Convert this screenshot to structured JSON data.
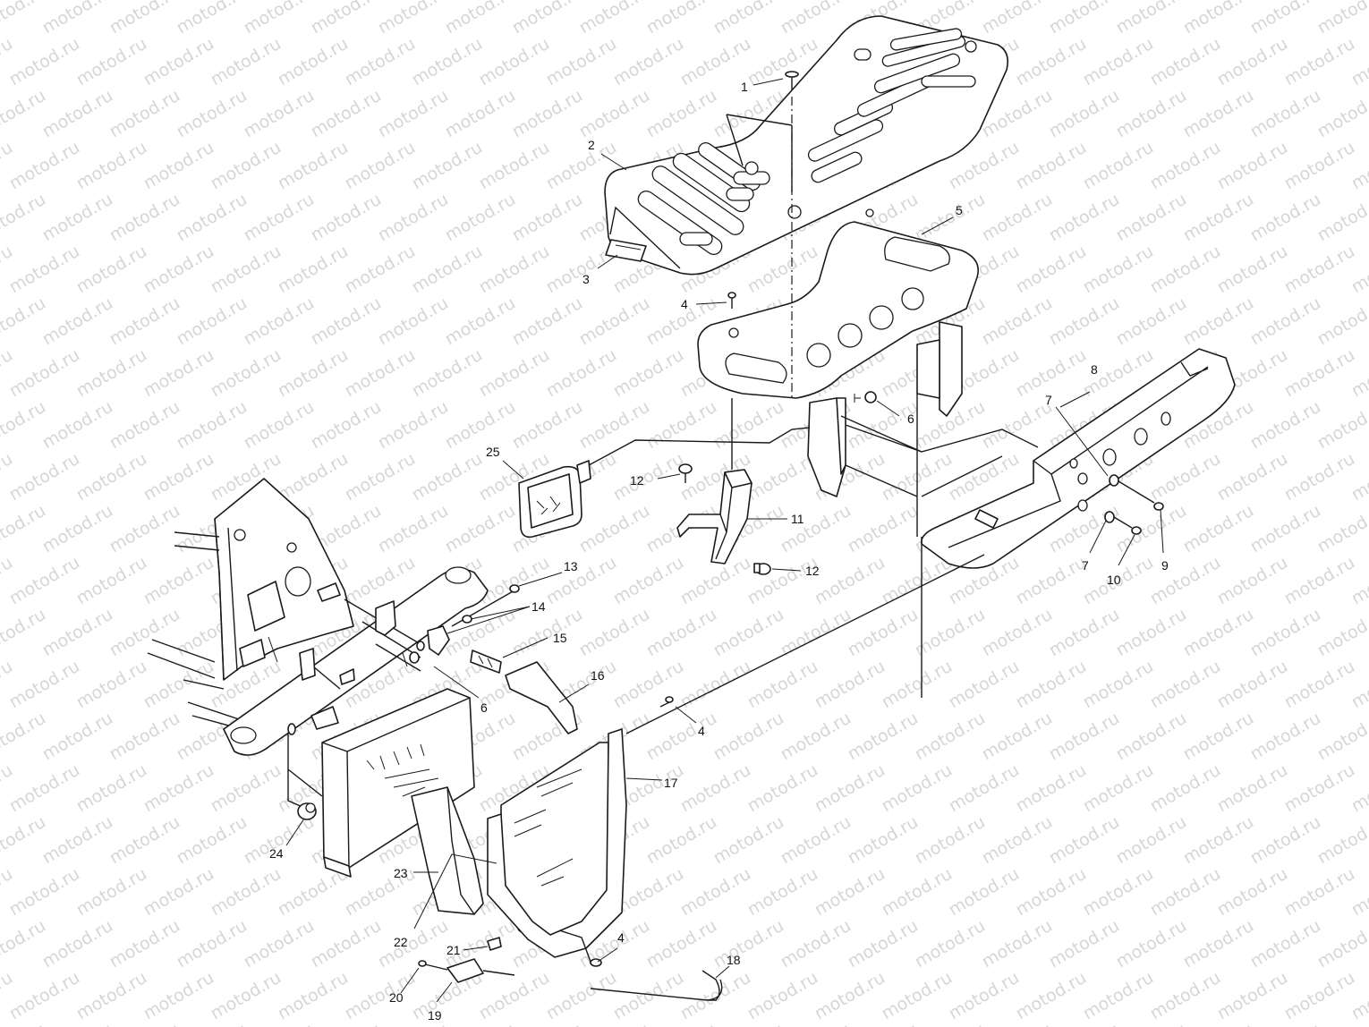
{
  "watermark": {
    "text": "motod.ru",
    "color": "#d6d6d6"
  },
  "callouts": [
    {
      "id": "c1",
      "label": "1"
    },
    {
      "id": "c2",
      "label": "2"
    },
    {
      "id": "c3",
      "label": "3"
    },
    {
      "id": "c4a",
      "label": "4"
    },
    {
      "id": "c5",
      "label": "5"
    },
    {
      "id": "c6a",
      "label": "6"
    },
    {
      "id": "c7a",
      "label": "7"
    },
    {
      "id": "c8",
      "label": "8"
    },
    {
      "id": "c25",
      "label": "25"
    },
    {
      "id": "c12a",
      "label": "12"
    },
    {
      "id": "c11",
      "label": "11"
    },
    {
      "id": "c7b",
      "label": "7"
    },
    {
      "id": "c9",
      "label": "9"
    },
    {
      "id": "c10",
      "label": "10"
    },
    {
      "id": "c12b",
      "label": "12"
    },
    {
      "id": "c13",
      "label": "13"
    },
    {
      "id": "c14",
      "label": "14"
    },
    {
      "id": "c15",
      "label": "15"
    },
    {
      "id": "c16",
      "label": "16"
    },
    {
      "id": "c6b",
      "label": "6"
    },
    {
      "id": "c4b",
      "label": "4"
    },
    {
      "id": "c17",
      "label": "17"
    },
    {
      "id": "c24",
      "label": "24"
    },
    {
      "id": "c23",
      "label": "23"
    },
    {
      "id": "c22",
      "label": "22"
    },
    {
      "id": "c21",
      "label": "21"
    },
    {
      "id": "c4c",
      "label": "4"
    },
    {
      "id": "c18",
      "label": "18"
    },
    {
      "id": "c20",
      "label": "20"
    },
    {
      "id": "c19",
      "label": "19"
    }
  ]
}
